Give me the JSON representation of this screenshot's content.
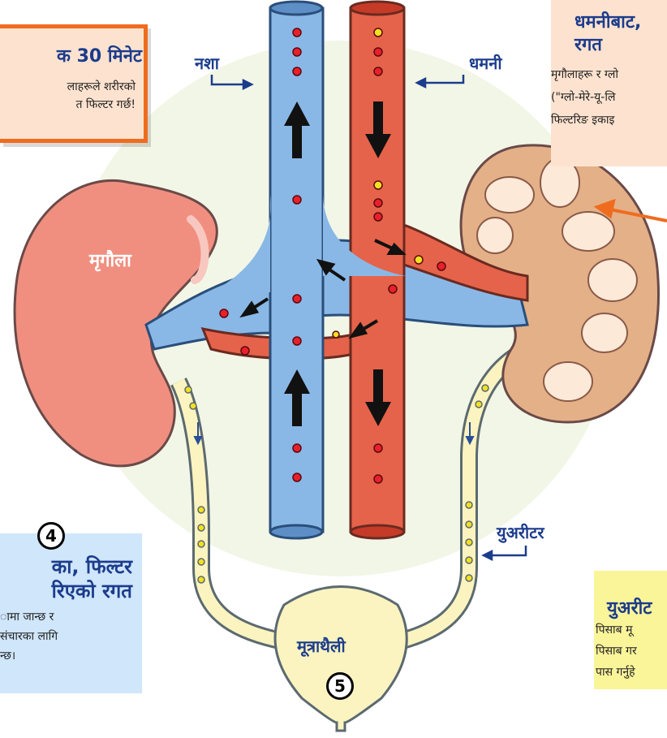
{
  "labels": {
    "vein": "नशा",
    "artery": "धमनी",
    "kidney": "मृगौला",
    "ureter": "युअरीटर",
    "bladder": "मूत्राथैली",
    "bladder_number": "5"
  },
  "box_top_left": {
    "title": "क 30 मिनेट",
    "lines": [
      "लाहरूले शरीरको",
      "त फिल्टर गर्छ!"
    ]
  },
  "box_top_right": {
    "title_lines": [
      "धमनीबाट,",
      "रगत"
    ],
    "lines": [
      "मृगौलाहरू र ग्लो",
      "(\"ग्लो-मेरे-यू-लि",
      "फिल्टरिङ इकाइ"
    ]
  },
  "box_left_blue": {
    "number": "4",
    "title_lines": [
      "का, फिल्टर",
      "रिएको रगत"
    ],
    "lines": [
      "ामा जान्छ र",
      "संचारका लागि",
      "न्छ।"
    ]
  },
  "box_right_yellow": {
    "title": "युअरीट",
    "lines": [
      "पिसाब मू",
      "पिसाब गर",
      "पास गर्नुहे"
    ]
  },
  "colors": {
    "vein": "#8ab8e6",
    "artery": "#e5634a",
    "kidney_left": "#f08f80",
    "kidney_right": "#e4b088",
    "ureter": "#fbf4c0",
    "blood_cell": "#e8202a",
    "filtered_cell": "#f3e020",
    "label_blue": "#1c3c8c",
    "orange_border": "#ef6c1f"
  }
}
